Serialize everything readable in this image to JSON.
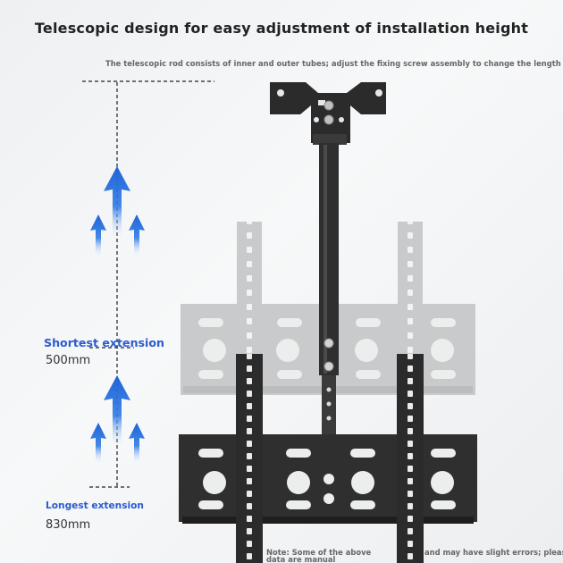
{
  "title": "Telescopic design for easy adjustment of installation height",
  "subtitle": "The telescopic rod consists of inner and outer tubes; adjust the fixing screw assembly to change the length",
  "shortest": {
    "label": "Shortest extension",
    "value": "500mm"
  },
  "longest": {
    "label": "Longest extension",
    "value": "830mm"
  },
  "note": {
    "left": "Note: Some of the above data are manual",
    "right": "and may have slight errors; please refer to the actual product"
  },
  "colors": {
    "accent_text": "#2a5bd0",
    "arrow_blue": "#1e63d6",
    "mount_dark": "#2b2b2b",
    "mount_ghost": "#c4c6c8"
  },
  "icons": [
    "up-arrow-icon",
    "mount-bracket-illustration"
  ]
}
